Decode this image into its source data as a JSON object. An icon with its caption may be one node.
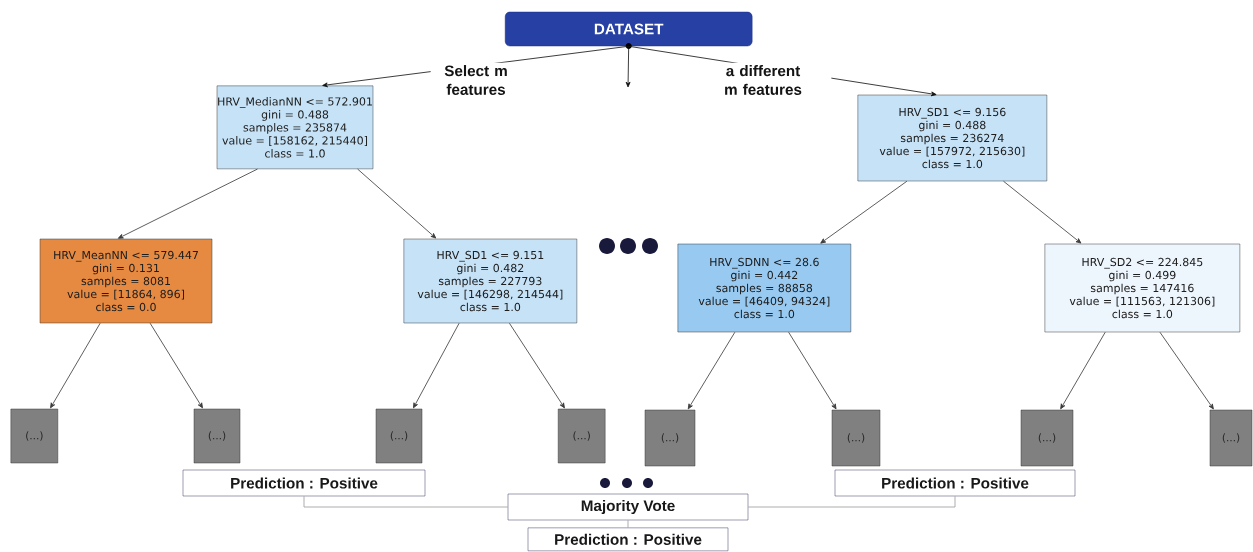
{
  "diagram": {
    "nodes": [
      {
        "text": [
          "DATASET"
        ]
      },
      {
        "text": [
          "HRV_MedianNN <= 572.901",
          "gini = 0.488",
          "samples = 235874",
          "value = [158162, 215440]",
          "class = 1.0"
        ]
      },
      {
        "text": [
          "HRV_SD1 <= 9.156",
          "gini = 0.488",
          "samples = 236274",
          "value = [157972, 215630]",
          "class = 1.0"
        ]
      },
      {
        "text": [
          "HRV_MeanNN <= 579.447",
          "gini = 0.131",
          "samples = 8081",
          "value = [11864, 896]",
          "class = 0.0"
        ]
      },
      {
        "text": [
          "HRV_SD1 <= 9.151",
          "gini = 0.482",
          "samples = 227793",
          "value = [146298, 214544]",
          "class = 1.0"
        ]
      },
      {
        "text": [
          "HRV_SDNN <= 28.6",
          "gini = 0.442",
          "samples = 88858",
          "value = [46409, 94324]",
          "class = 1.0"
        ]
      },
      {
        "text": [
          "HRV_SD2 <= 224.845",
          "gini = 0.499",
          "samples = 147416",
          "value = [111563, 121306]",
          "class = 1.0"
        ]
      },
      {
        "text": [
          "(...)"
        ]
      },
      {
        "text": [
          "(...)"
        ]
      },
      {
        "text": [
          "(...)"
        ]
      },
      {
        "text": [
          "(...)"
        ]
      },
      {
        "text": [
          "(...)"
        ]
      },
      {
        "text": [
          "(...)"
        ]
      },
      {
        "text": [
          "(...)"
        ]
      },
      {
        "text": [
          "(...)"
        ]
      },
      {
        "text": [
          "Prediction : Positive"
        ]
      },
      {
        "text": [
          "Prediction : Positive"
        ]
      },
      {
        "text": [
          "Majority Vote"
        ]
      },
      {
        "text": [
          "Prediction : Positive"
        ]
      }
    ],
    "edges": [
      {
        "from": 0,
        "to": 1,
        "arrow": "to",
        "label": "Select m features",
        "color": "#111111"
      },
      {
        "from": 0,
        "to": 2,
        "arrow": "to",
        "label": "a different m features",
        "color": "#111111"
      },
      {
        "from": 0,
        "to": null,
        "arrow": "to",
        "color": "#111111"
      },
      {
        "from": 1,
        "to": 3,
        "arrow": "to"
      },
      {
        "from": 1,
        "to": 4,
        "arrow": "to"
      },
      {
        "from": 2,
        "to": 5,
        "arrow": "to"
      },
      {
        "from": 2,
        "to": 6,
        "arrow": "to"
      },
      {
        "from": 3,
        "to": 7,
        "arrow": "to"
      },
      {
        "from": 3,
        "to": 8,
        "arrow": "to"
      },
      {
        "from": 4,
        "to": 9,
        "arrow": "to"
      },
      {
        "from": 4,
        "to": 10,
        "arrow": "to"
      },
      {
        "from": 5,
        "to": 11,
        "arrow": "to"
      },
      {
        "from": 5,
        "to": 12,
        "arrow": "to"
      },
      {
        "from": 6,
        "to": 13,
        "arrow": "to"
      },
      {
        "from": 6,
        "to": 14,
        "arrow": "to"
      },
      {
        "from": 15,
        "to": 17,
        "arrow": "none",
        "color": "#9a9a9a"
      },
      {
        "from": 16,
        "to": 17,
        "arrow": "none",
        "color": "#9a9a9a"
      },
      {
        "from": 17,
        "to": 18,
        "arrow": "none",
        "color": "#9a9a9a"
      }
    ]
  }
}
